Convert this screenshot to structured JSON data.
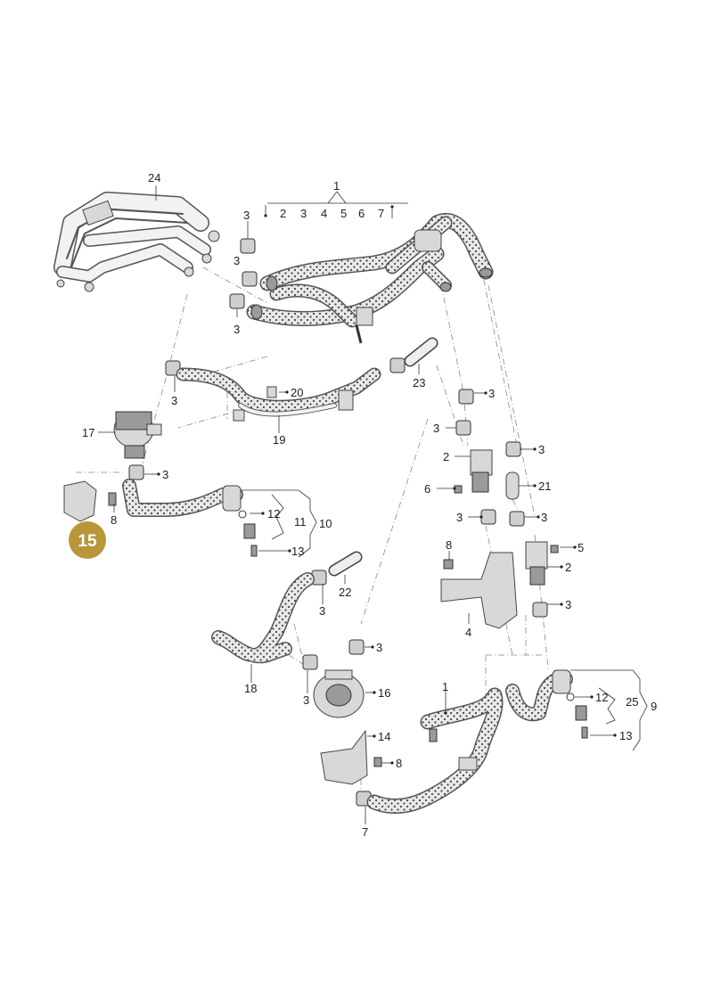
{
  "colors": {
    "badge_fill": "#b8963a",
    "badge_text": "#ffffff",
    "hose_fill": "#e9e9e9",
    "hose_dots": "#444444",
    "line": "#333333",
    "background": "#ffffff"
  },
  "badge": {
    "label": "15"
  },
  "labels": {
    "top_group": [
      "1",
      "2",
      "3",
      "4",
      "5",
      "6",
      "7"
    ],
    "l24": "24",
    "l3": "3",
    "l23": "23",
    "l20": "20",
    "l19": "19",
    "l17": "17",
    "l8": "8",
    "l2": "2",
    "l6": "6",
    "l21": "21",
    "l5": "5",
    "l4": "4",
    "l12": "12",
    "l11": "11",
    "l10": "10",
    "l13": "13",
    "l22": "22",
    "l18": "18",
    "l16": "16",
    "l14": "14",
    "l7": "7",
    "l1": "1",
    "l25": "25",
    "l9": "9"
  }
}
